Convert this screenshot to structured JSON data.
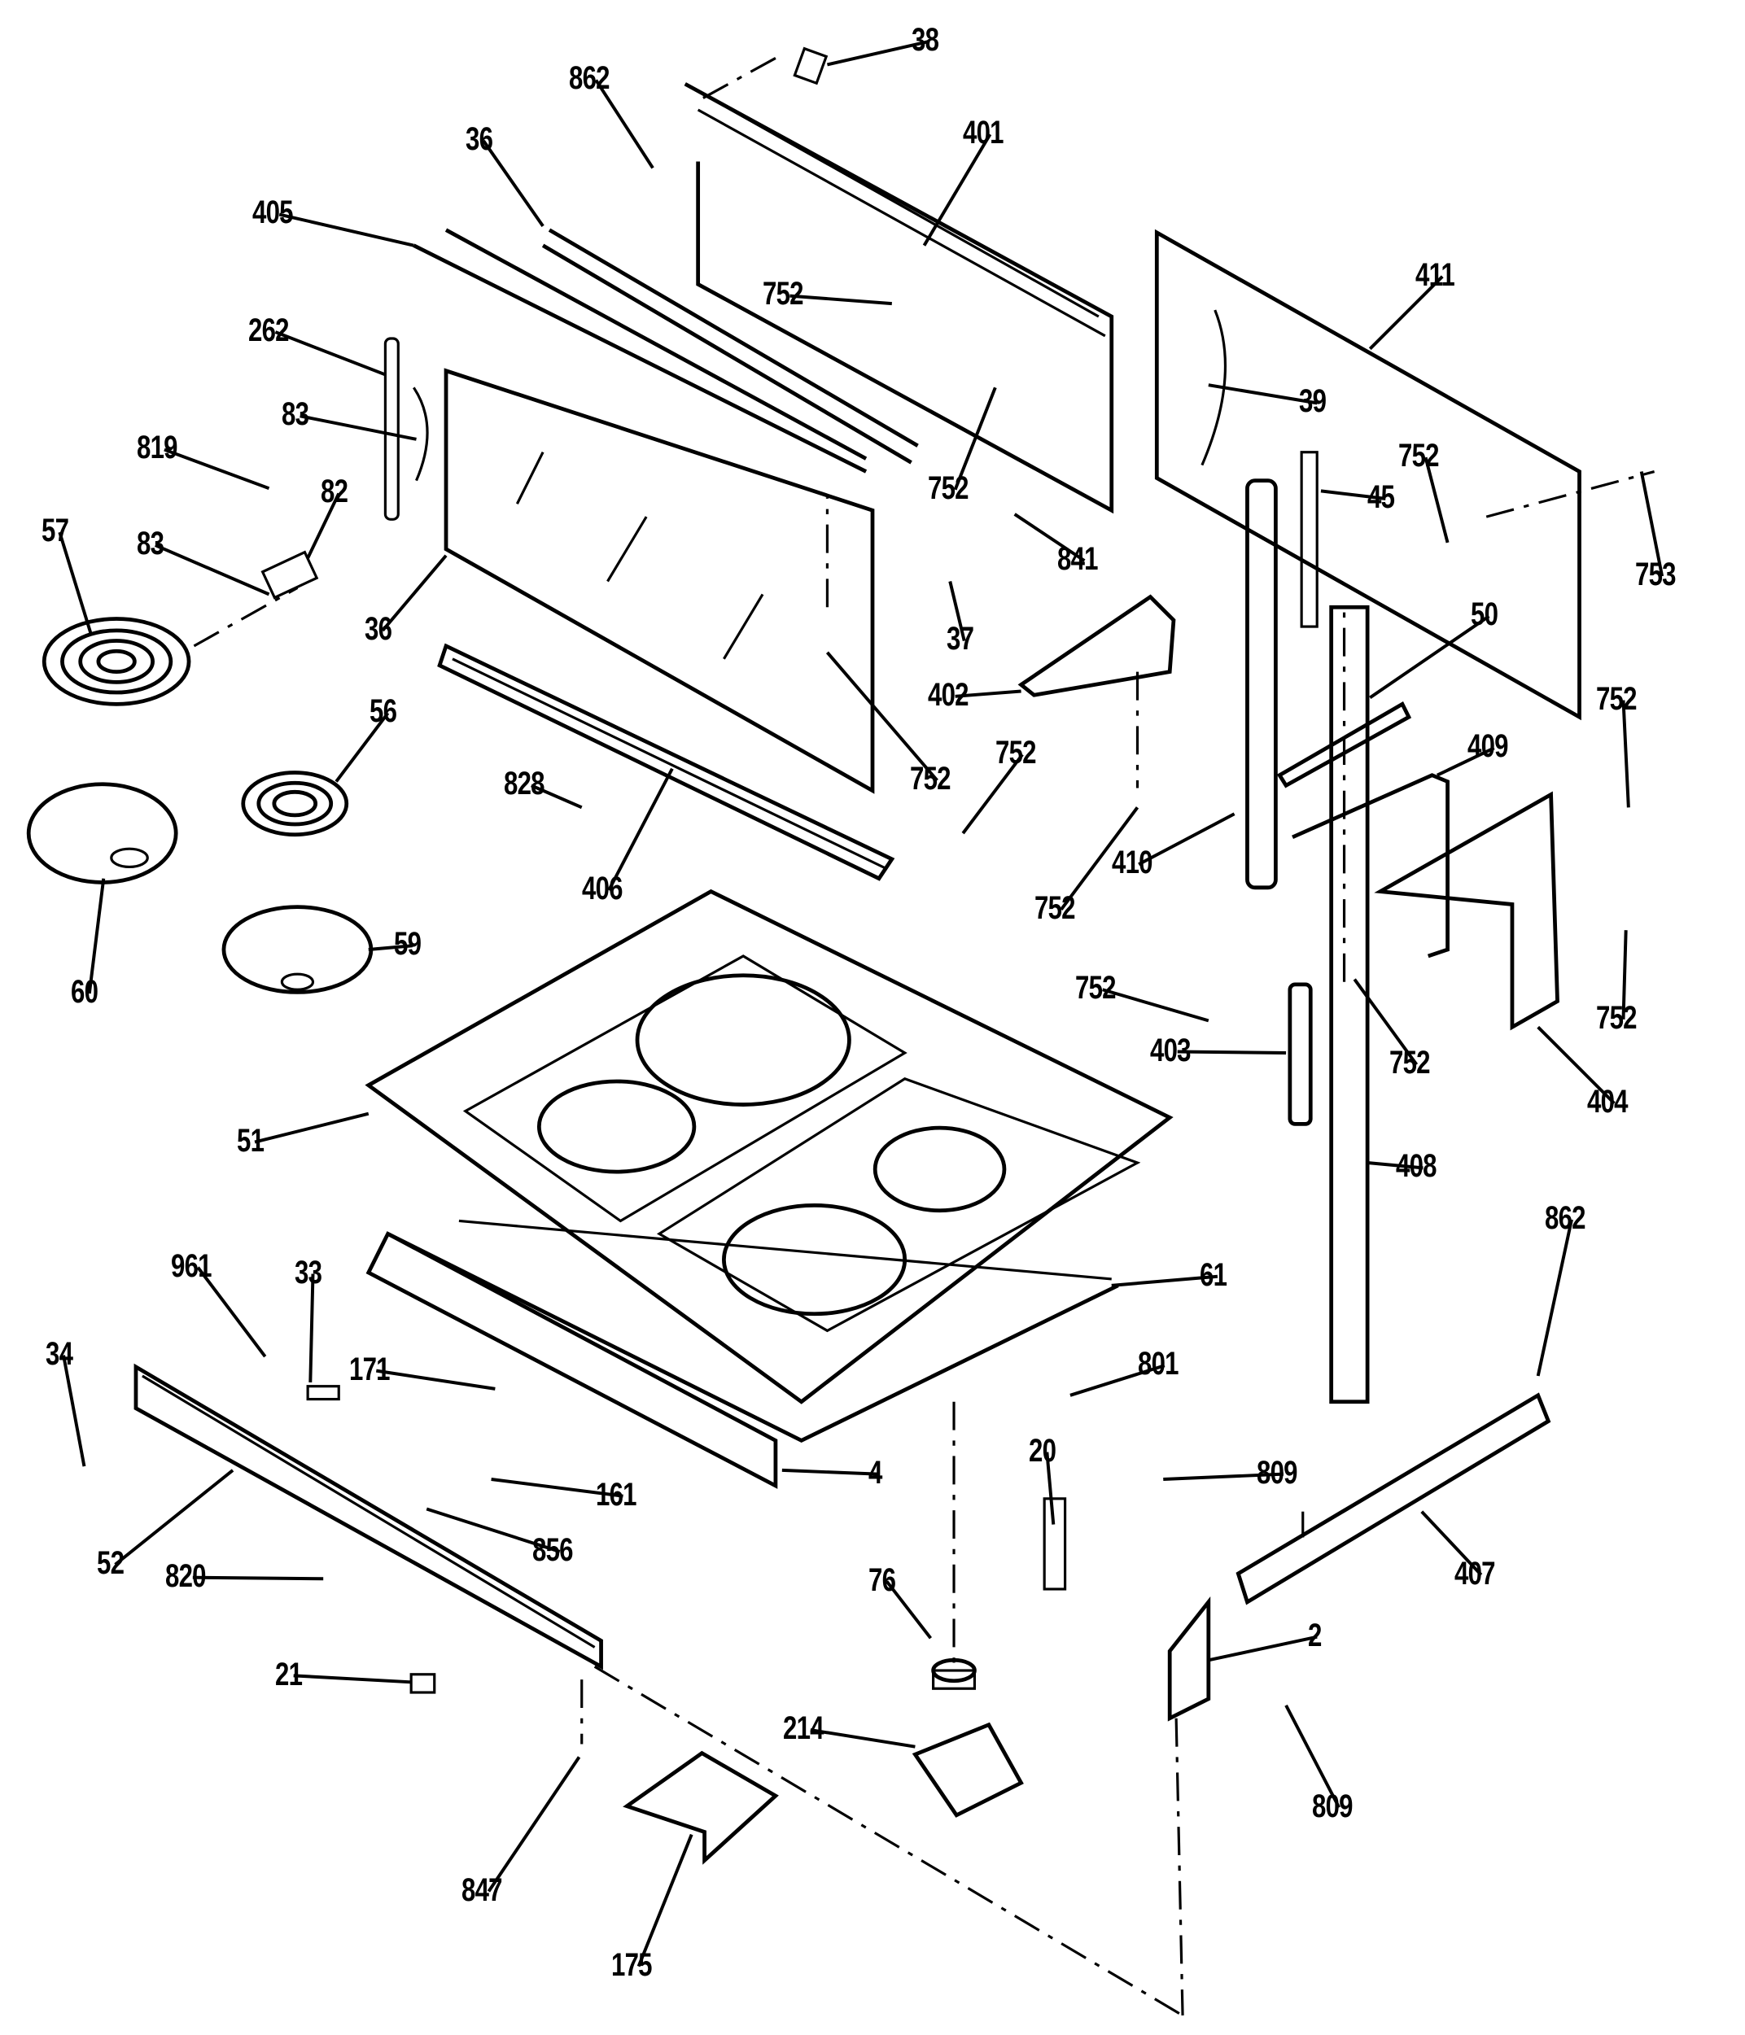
{
  "diagram": {
    "title": "",
    "callouts": [
      {
        "id": "c38",
        "label": "38"
      },
      {
        "id": "c862a",
        "label": "862"
      },
      {
        "id": "c401",
        "label": "401"
      },
      {
        "id": "c36a",
        "label": "36"
      },
      {
        "id": "c405",
        "label": "405"
      },
      {
        "id": "c752a",
        "label": "752"
      },
      {
        "id": "c411",
        "label": "411"
      },
      {
        "id": "c262",
        "label": "262"
      },
      {
        "id": "c83a",
        "label": "83"
      },
      {
        "id": "c39",
        "label": "39"
      },
      {
        "id": "c819",
        "label": "819"
      },
      {
        "id": "c82",
        "label": "82"
      },
      {
        "id": "c752b",
        "label": "752"
      },
      {
        "id": "c752c",
        "label": "752"
      },
      {
        "id": "c753",
        "label": "753"
      },
      {
        "id": "c57",
        "label": "57"
      },
      {
        "id": "c83b",
        "label": "83"
      },
      {
        "id": "c841",
        "label": "841"
      },
      {
        "id": "c45",
        "label": "45"
      },
      {
        "id": "c36b",
        "label": "36"
      },
      {
        "id": "c37",
        "label": "37"
      },
      {
        "id": "c50",
        "label": "50"
      },
      {
        "id": "c402",
        "label": "402"
      },
      {
        "id": "c752d",
        "label": "752"
      },
      {
        "id": "c56",
        "label": "56"
      },
      {
        "id": "c752e",
        "label": "752"
      },
      {
        "id": "c409",
        "label": "409"
      },
      {
        "id": "c752f",
        "label": "752"
      },
      {
        "id": "c828",
        "label": "828"
      },
      {
        "id": "c60",
        "label": "60"
      },
      {
        "id": "c406",
        "label": "406"
      },
      {
        "id": "c752g",
        "label": "752"
      },
      {
        "id": "c410",
        "label": "410"
      },
      {
        "id": "c59",
        "label": "59"
      },
      {
        "id": "c752h",
        "label": "752"
      },
      {
        "id": "c752i",
        "label": "752"
      },
      {
        "id": "c403",
        "label": "403"
      },
      {
        "id": "c752j",
        "label": "752"
      },
      {
        "id": "c404",
        "label": "404"
      },
      {
        "id": "c51",
        "label": "51"
      },
      {
        "id": "c408",
        "label": "408"
      },
      {
        "id": "c862b",
        "label": "862"
      },
      {
        "id": "c961",
        "label": "961"
      },
      {
        "id": "c33",
        "label": "33"
      },
      {
        "id": "c61",
        "label": "61"
      },
      {
        "id": "c34",
        "label": "34"
      },
      {
        "id": "c171",
        "label": "171"
      },
      {
        "id": "c801",
        "label": "801"
      },
      {
        "id": "c4",
        "label": "4"
      },
      {
        "id": "c161",
        "label": "161"
      },
      {
        "id": "c20",
        "label": "20"
      },
      {
        "id": "c809a",
        "label": "809"
      },
      {
        "id": "c856",
        "label": "856"
      },
      {
        "id": "c52",
        "label": "52"
      },
      {
        "id": "c820",
        "label": "820"
      },
      {
        "id": "c407",
        "label": "407"
      },
      {
        "id": "c76",
        "label": "76"
      },
      {
        "id": "c2",
        "label": "2"
      },
      {
        "id": "c21",
        "label": "21"
      },
      {
        "id": "c214",
        "label": "214"
      },
      {
        "id": "c809b",
        "label": "809"
      },
      {
        "id": "c847",
        "label": "847"
      },
      {
        "id": "c175",
        "label": "175"
      }
    ]
  }
}
